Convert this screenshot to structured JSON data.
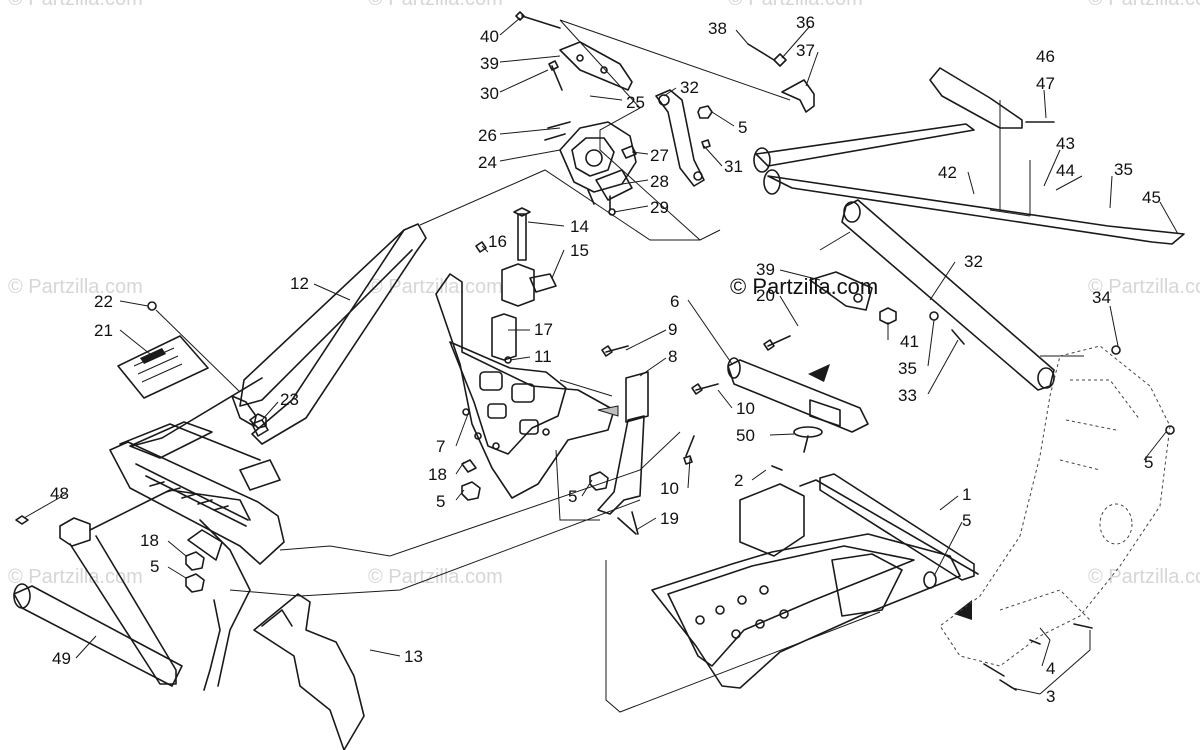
{
  "watermark": {
    "text": "© Partzilla.com"
  },
  "brand": {
    "text": "© Partzilla.com"
  },
  "callouts": [
    {
      "id": "c40",
      "text": "40"
    },
    {
      "id": "c39a",
      "text": "39"
    },
    {
      "id": "c30",
      "text": "30"
    },
    {
      "id": "c25",
      "text": "25"
    },
    {
      "id": "c32a",
      "text": "32"
    },
    {
      "id": "c5a",
      "text": "5"
    },
    {
      "id": "c26",
      "text": "26"
    },
    {
      "id": "c27",
      "text": "27"
    },
    {
      "id": "c24",
      "text": "24"
    },
    {
      "id": "c31",
      "text": "31"
    },
    {
      "id": "c28",
      "text": "28"
    },
    {
      "id": "c29",
      "text": "29"
    },
    {
      "id": "c38",
      "text": "38"
    },
    {
      "id": "c36",
      "text": "36"
    },
    {
      "id": "c37",
      "text": "37"
    },
    {
      "id": "c46",
      "text": "46"
    },
    {
      "id": "c47",
      "text": "47"
    },
    {
      "id": "c43",
      "text": "43"
    },
    {
      "id": "c42",
      "text": "42"
    },
    {
      "id": "c44",
      "text": "44"
    },
    {
      "id": "c35a",
      "text": "35"
    },
    {
      "id": "c45",
      "text": "45"
    },
    {
      "id": "c14",
      "text": "14"
    },
    {
      "id": "c16",
      "text": "16"
    },
    {
      "id": "c15",
      "text": "15"
    },
    {
      "id": "c12",
      "text": "12"
    },
    {
      "id": "c22",
      "text": "22"
    },
    {
      "id": "c21",
      "text": "21"
    },
    {
      "id": "c23",
      "text": "23"
    },
    {
      "id": "c17",
      "text": "17"
    },
    {
      "id": "c11",
      "text": "11"
    },
    {
      "id": "c39b",
      "text": "39"
    },
    {
      "id": "c20",
      "text": "20"
    },
    {
      "id": "c32b",
      "text": "32"
    },
    {
      "id": "c34",
      "text": "34"
    },
    {
      "id": "c6",
      "text": "6"
    },
    {
      "id": "c9",
      "text": "9"
    },
    {
      "id": "c8",
      "text": "8"
    },
    {
      "id": "c41",
      "text": "41"
    },
    {
      "id": "c35b",
      "text": "35"
    },
    {
      "id": "c33",
      "text": "33"
    },
    {
      "id": "c10a",
      "text": "10"
    },
    {
      "id": "c50",
      "text": "50"
    },
    {
      "id": "c7",
      "text": "7"
    },
    {
      "id": "c18a",
      "text": "18"
    },
    {
      "id": "c5b",
      "text": "5"
    },
    {
      "id": "c5c",
      "text": "5"
    },
    {
      "id": "c10b",
      "text": "10"
    },
    {
      "id": "c2",
      "text": "2"
    },
    {
      "id": "c1",
      "text": "1"
    },
    {
      "id": "c5d",
      "text": "5"
    },
    {
      "id": "c5e",
      "text": "5"
    },
    {
      "id": "c48",
      "text": "48"
    },
    {
      "id": "c18b",
      "text": "18"
    },
    {
      "id": "c5f",
      "text": "5"
    },
    {
      "id": "c19",
      "text": "19"
    },
    {
      "id": "c49",
      "text": "49"
    },
    {
      "id": "c13",
      "text": "13"
    },
    {
      "id": "c4",
      "text": "4"
    },
    {
      "id": "c3",
      "text": "3"
    }
  ]
}
